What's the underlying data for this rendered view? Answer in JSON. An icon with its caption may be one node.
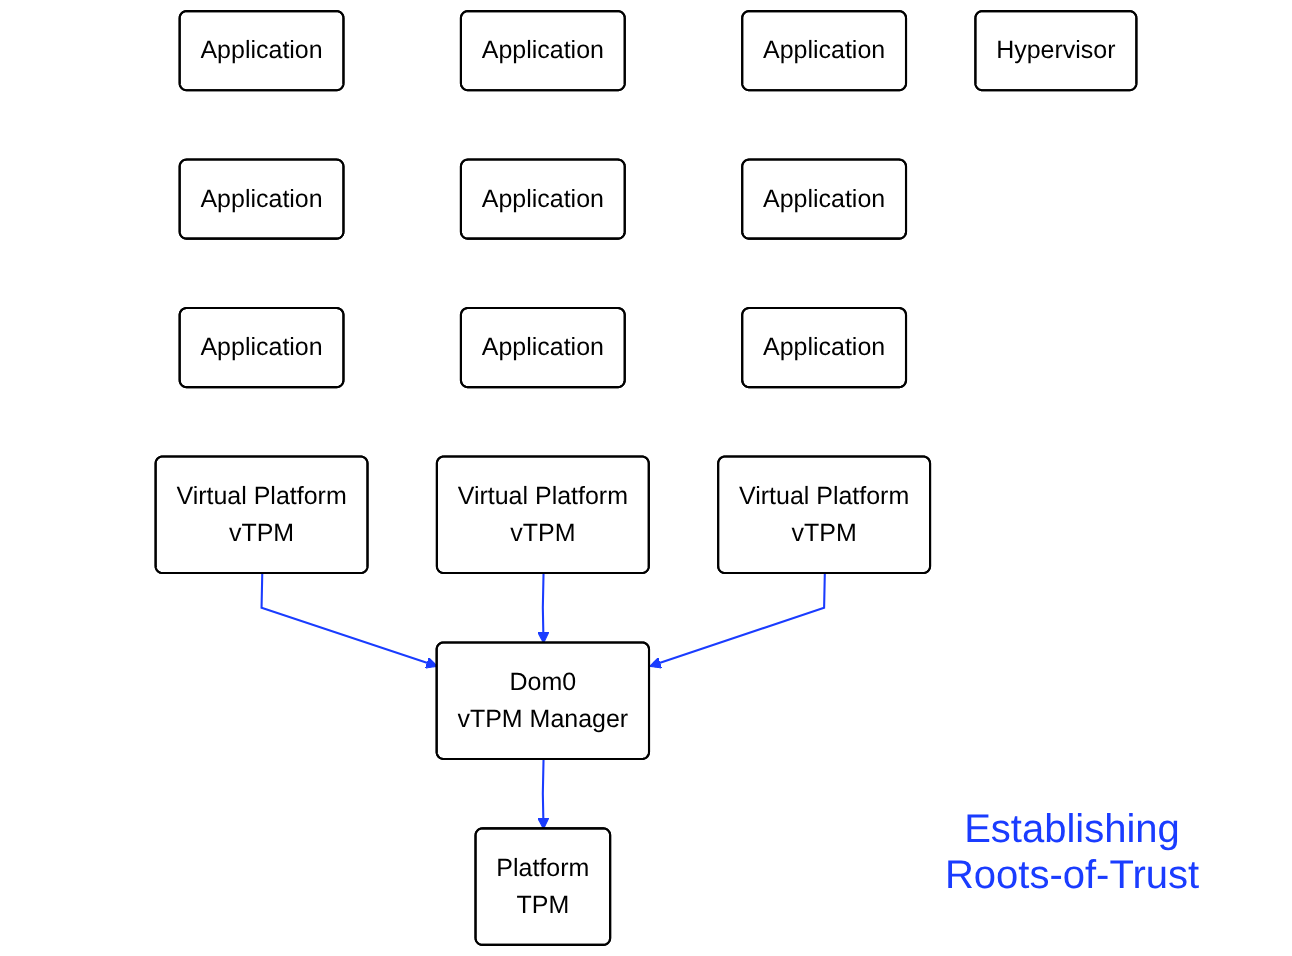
{
  "diagram": {
    "nodes": [
      {
        "text": [
          "Application"
        ]
      },
      {
        "text": [
          "Application"
        ]
      },
      {
        "text": [
          "Application"
        ]
      },
      {
        "text": [
          "Application"
        ]
      },
      {
        "text": [
          "Application"
        ]
      },
      {
        "text": [
          "Application"
        ]
      },
      {
        "text": [
          "Application"
        ]
      },
      {
        "text": [
          "Application"
        ]
      },
      {
        "text": [
          "Application"
        ]
      },
      {
        "text": [
          "Virtual Platform",
          "vTPM"
        ]
      },
      {
        "text": [
          "Virtual Platform",
          "vTPM"
        ]
      },
      {
        "text": [
          "Virtual Platform",
          "vTPM"
        ]
      },
      {
        "text": [
          "Hypervisor"
        ]
      },
      {
        "text": [
          "Dom0",
          "vTPM Manager"
        ]
      },
      {
        "text": [
          "Platform",
          "TPM"
        ]
      }
    ],
    "edges": [
      {
        "from": 9,
        "to": 13,
        "arrow": "to"
      },
      {
        "from": 10,
        "to": 13,
        "arrow": "to"
      },
      {
        "from": 11,
        "to": 13,
        "arrow": "to"
      },
      {
        "from": 13,
        "to": 14,
        "arrow": "to"
      }
    ],
    "labels": [
      "Establishing Roots-of-Trust"
    ]
  }
}
